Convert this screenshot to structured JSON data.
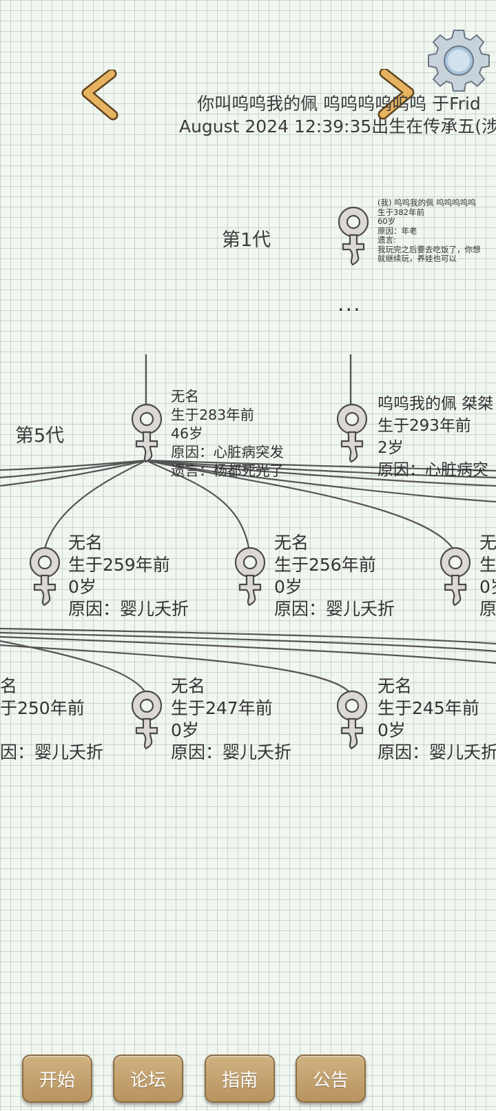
{
  "header": {
    "line1": "你叫呜呜我的佩 呜呜呜呜呜呜 于Frid",
    "line2": "August 2024 12:39:35出生在传承五(涉"
  },
  "generations": {
    "gen1": "第1代",
    "gen5": "第5代"
  },
  "ellipsis": "...",
  "people": {
    "self": {
      "lines": [
        "(我) 呜呜我的佩 呜呜呜呜呜",
        "生于382年前",
        "60岁",
        "原因：年老",
        "遗言:",
        "我玩完之后要去吃饭了，你想",
        "就继续玩，养娃也可以"
      ]
    },
    "p_left": {
      "lines": [
        "无名",
        "生于283年前",
        "46岁",
        "原因：心脏病突发",
        "遗言：杨都死光了"
      ]
    },
    "p_right": {
      "lines": [
        "呜呜我的佩 桀桀",
        "生于293年前",
        "2岁",
        "原因：心脏病突"
      ]
    },
    "c1": {
      "lines": [
        "无名",
        "生于259年前",
        "0岁",
        "原因：婴儿夭折"
      ]
    },
    "c2": {
      "lines": [
        "无名",
        "生于256年前",
        "0岁",
        "原因：婴儿夭折"
      ]
    },
    "c3": {
      "lines": [
        "无",
        "生",
        "0岁",
        "原"
      ]
    },
    "c4": {
      "lines": [
        "名",
        "于250年前",
        "",
        "因：婴儿夭折"
      ]
    },
    "c5": {
      "lines": [
        "无名",
        "生于247年前",
        "0岁",
        "原因：婴儿夭折"
      ]
    },
    "c6": {
      "lines": [
        "无名",
        "生于245年前",
        "0岁",
        "原因：婴儿夭折"
      ]
    }
  },
  "buttons": {
    "start": "开始",
    "forum": "论坛",
    "guide": "指南",
    "notice": "公告"
  },
  "icons": {
    "settings": "gear-icon",
    "prev": "chevron-left-icon",
    "next": "chevron-right-icon",
    "person": "female-symbol-icon"
  },
  "colors": {
    "button": "#c4a26d",
    "arrow": "#d9a85a",
    "grid": "#a0beaf",
    "background": "#f1f6f0"
  }
}
